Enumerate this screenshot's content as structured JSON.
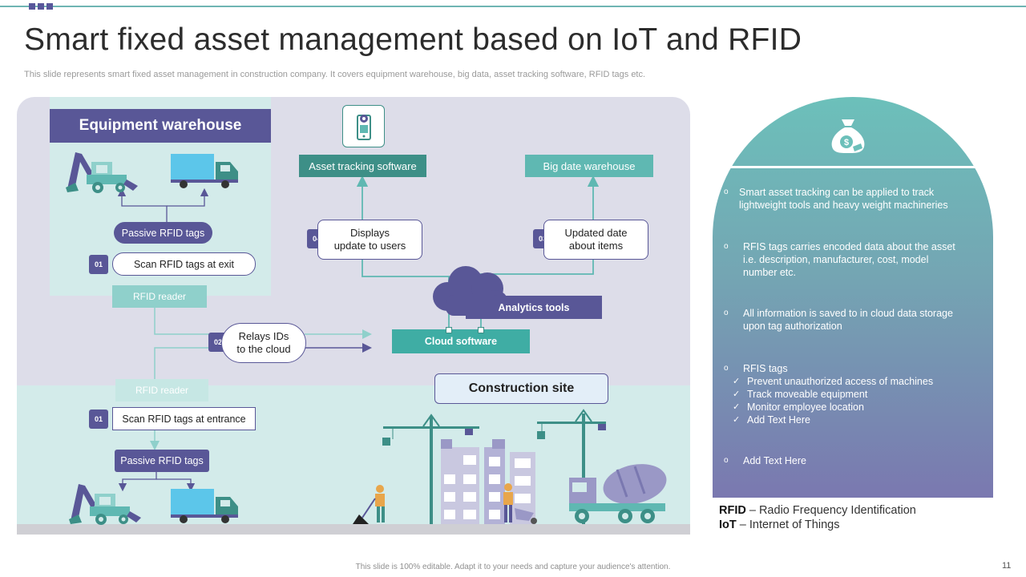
{
  "header": {
    "title": "Smart fixed asset management based on IoT and RFID",
    "subtitle": "This slide represents smart fixed asset management in construction company. It covers equipment warehouse, big data, asset tracking software, RFID tags etc."
  },
  "diagram": {
    "warehouse_title": "Equipment warehouse",
    "passive_tags_top": "Passive RFID tags",
    "scan_exit": "Scan RFID tags at exit",
    "scan_exit_num": "01",
    "reader_top": "RFID reader",
    "relays_num": "02",
    "relays_line1": "Relays IDs",
    "relays_line2": "to the cloud",
    "reader_bottom": "RFID reader",
    "scan_entrance": "Scan RFID tags at entrance",
    "scan_entrance_num": "01",
    "passive_tags_bottom": "Passive RFID tags",
    "asset_tracking": "Asset tracking software",
    "big_data": "Big date warehouse",
    "displays_num": "04",
    "displays_line1": "Displays",
    "displays_line2": "update to users",
    "updated_num": "03",
    "updated_line1": "Updated date",
    "updated_line2": "about items",
    "analytics": "Analytics tools",
    "cloud_software": "Cloud software",
    "construction_site": "Construction site"
  },
  "info": {
    "items": [
      {
        "line1": "Smart asset tracking can be applied to track",
        "line2": "lightweight tools and heavy weight machineries"
      },
      {
        "line1": "RFIS tags carries encoded data about the asset",
        "line2": "i.e. description, manufacturer, cost, model",
        "line3": "number etc."
      },
      {
        "line1": "All information  is saved to in cloud data storage",
        "line2": "upon tag authorization"
      },
      {
        "line1": "RFIS tags"
      },
      {
        "line1": "Add Text Here"
      }
    ],
    "checks": [
      "Prevent  unauthorized  access of machines",
      "Track moveable  equipment",
      "Monitor employee location",
      "Add Text Here"
    ],
    "bullet_char": "o"
  },
  "definitions": {
    "rfid_abbr": "RFID",
    "rfid_text": " – Radio Frequency Identification",
    "iot_abbr": "IoT",
    "iot_text": " – Internet of Things"
  },
  "footer": {
    "note": "This slide is 100% editable. Adapt it to your needs and capture your audience's attention.",
    "page": "11"
  },
  "colors": {
    "purple": "#595797",
    "teal": "#5fb8b2",
    "dark_teal": "#3d8f87",
    "light_teal": "#d3ebea",
    "panel": "#dddde9"
  },
  "icons": [
    "mobile-tracking-icon",
    "money-bag-icon",
    "backhoe-icon",
    "truck-icon",
    "cloud-icon",
    "crane-icon",
    "worker-icon",
    "cement-mixer-icon",
    "building-icon"
  ]
}
